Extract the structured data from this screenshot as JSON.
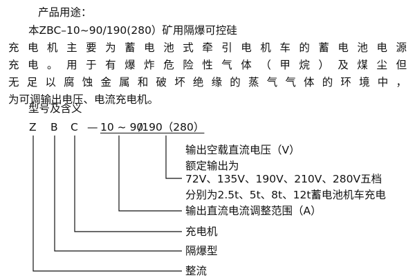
{
  "section1": {
    "heading": "产品用途：",
    "lines": [
      "本ZBC–10~90/190(280）矿用隔爆可控硅",
      "充电机主要为蓄电池式牵引电机车的蓄电池电源",
      "充电。用于有爆炸危险性气体（甲烷）及煤尘但",
      "无足以腐蚀金属和破坏绝缘的蒸气气体的环境中，",
      "为可调输出电压、电流充电机。"
    ]
  },
  "section2": {
    "heading": "型号及含义",
    "model": {
      "z": "Z",
      "b": "B",
      "c": "C",
      "dash": "—",
      "current_range": "10 ~ 90",
      "voltage": "/190（280）"
    },
    "explanations": {
      "voltage_label": "输出空载直流电压（V）",
      "rated_label": "额定输出为",
      "rated_values": "72V、135V、190V、210V、280V五档",
      "rated_targets": "分别为2.5t、5t、8t、12t蓄电池机车充电",
      "current_label": "输出直流电流调整范围（A）",
      "c_label": "充电机",
      "b_label": "隔爆型",
      "z_label": "整流"
    }
  }
}
